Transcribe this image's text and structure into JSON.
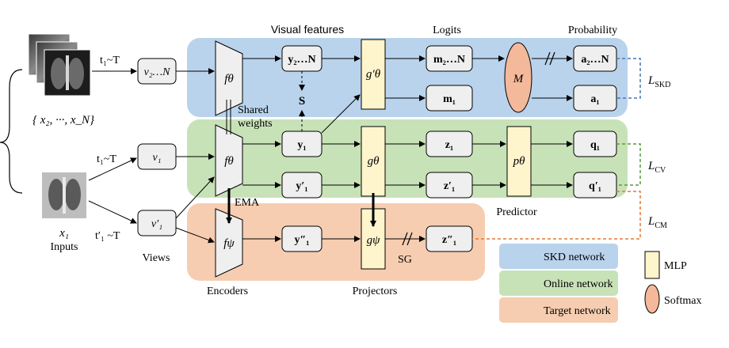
{
  "headers": {
    "visual_features": "Visual features",
    "logits": "Logits",
    "probability": "Probability"
  },
  "labels": {
    "shared_weights_line1": "Shared",
    "shared_weights_line2": "weights",
    "ema": "EMA",
    "sg": "SG",
    "predictor": "Predictor",
    "inputs": "Inputs",
    "views": "Views",
    "encoders": "Encoders",
    "projectors": "Projectors",
    "multi_view_set": "{ x₂, ···, x_N}",
    "x1": "x₁",
    "t1_top": "t₁~T",
    "t1_mid": "t₁~T",
    "t1_prime": "t′₁ ~T"
  },
  "nodes": {
    "v_2N": "v₂…N",
    "v1": "v₁",
    "v1p": "v′₁",
    "f_theta_top": "fθ",
    "f_theta_mid": "fθ",
    "f_psi": "fψ",
    "y_2N": "y₂…N",
    "y1": "y₁",
    "y1p": "y′₁",
    "y1pp": "y″₁",
    "S": "S",
    "g_theta_prime": "g′θ",
    "g_theta": "gθ",
    "g_psi": "gψ",
    "m_2N": "m₂…N",
    "m1": "m₁",
    "z1": "z₁",
    "z1p": "z′₁",
    "z1pp": "z″₁",
    "M": "M",
    "p_theta": "pθ",
    "a_2N": "a₂…N",
    "a1": "a₁",
    "q1": "q₁",
    "q1p": "q′₁"
  },
  "losses": {
    "skd": "L_SKD",
    "cv": "L_CV",
    "cm": "L_CM"
  },
  "legend": {
    "skd_network": "SKD network",
    "online_network": "Online network",
    "target_network": "Target network",
    "mlp": "MLP",
    "softmax": "Softmax"
  },
  "colors": {
    "skd_band": "#b9d3ec",
    "online_band": "#c8e2b8",
    "target_band": "#f6cdb0",
    "mlp_fill": "#fff5cc",
    "softmax_fill": "#f4b99a",
    "node_fill": "#efefef",
    "skd_loss_line": "#4a74b8",
    "cv_loss_line": "#5a9a3a",
    "cm_loss_line": "#e07a35"
  }
}
